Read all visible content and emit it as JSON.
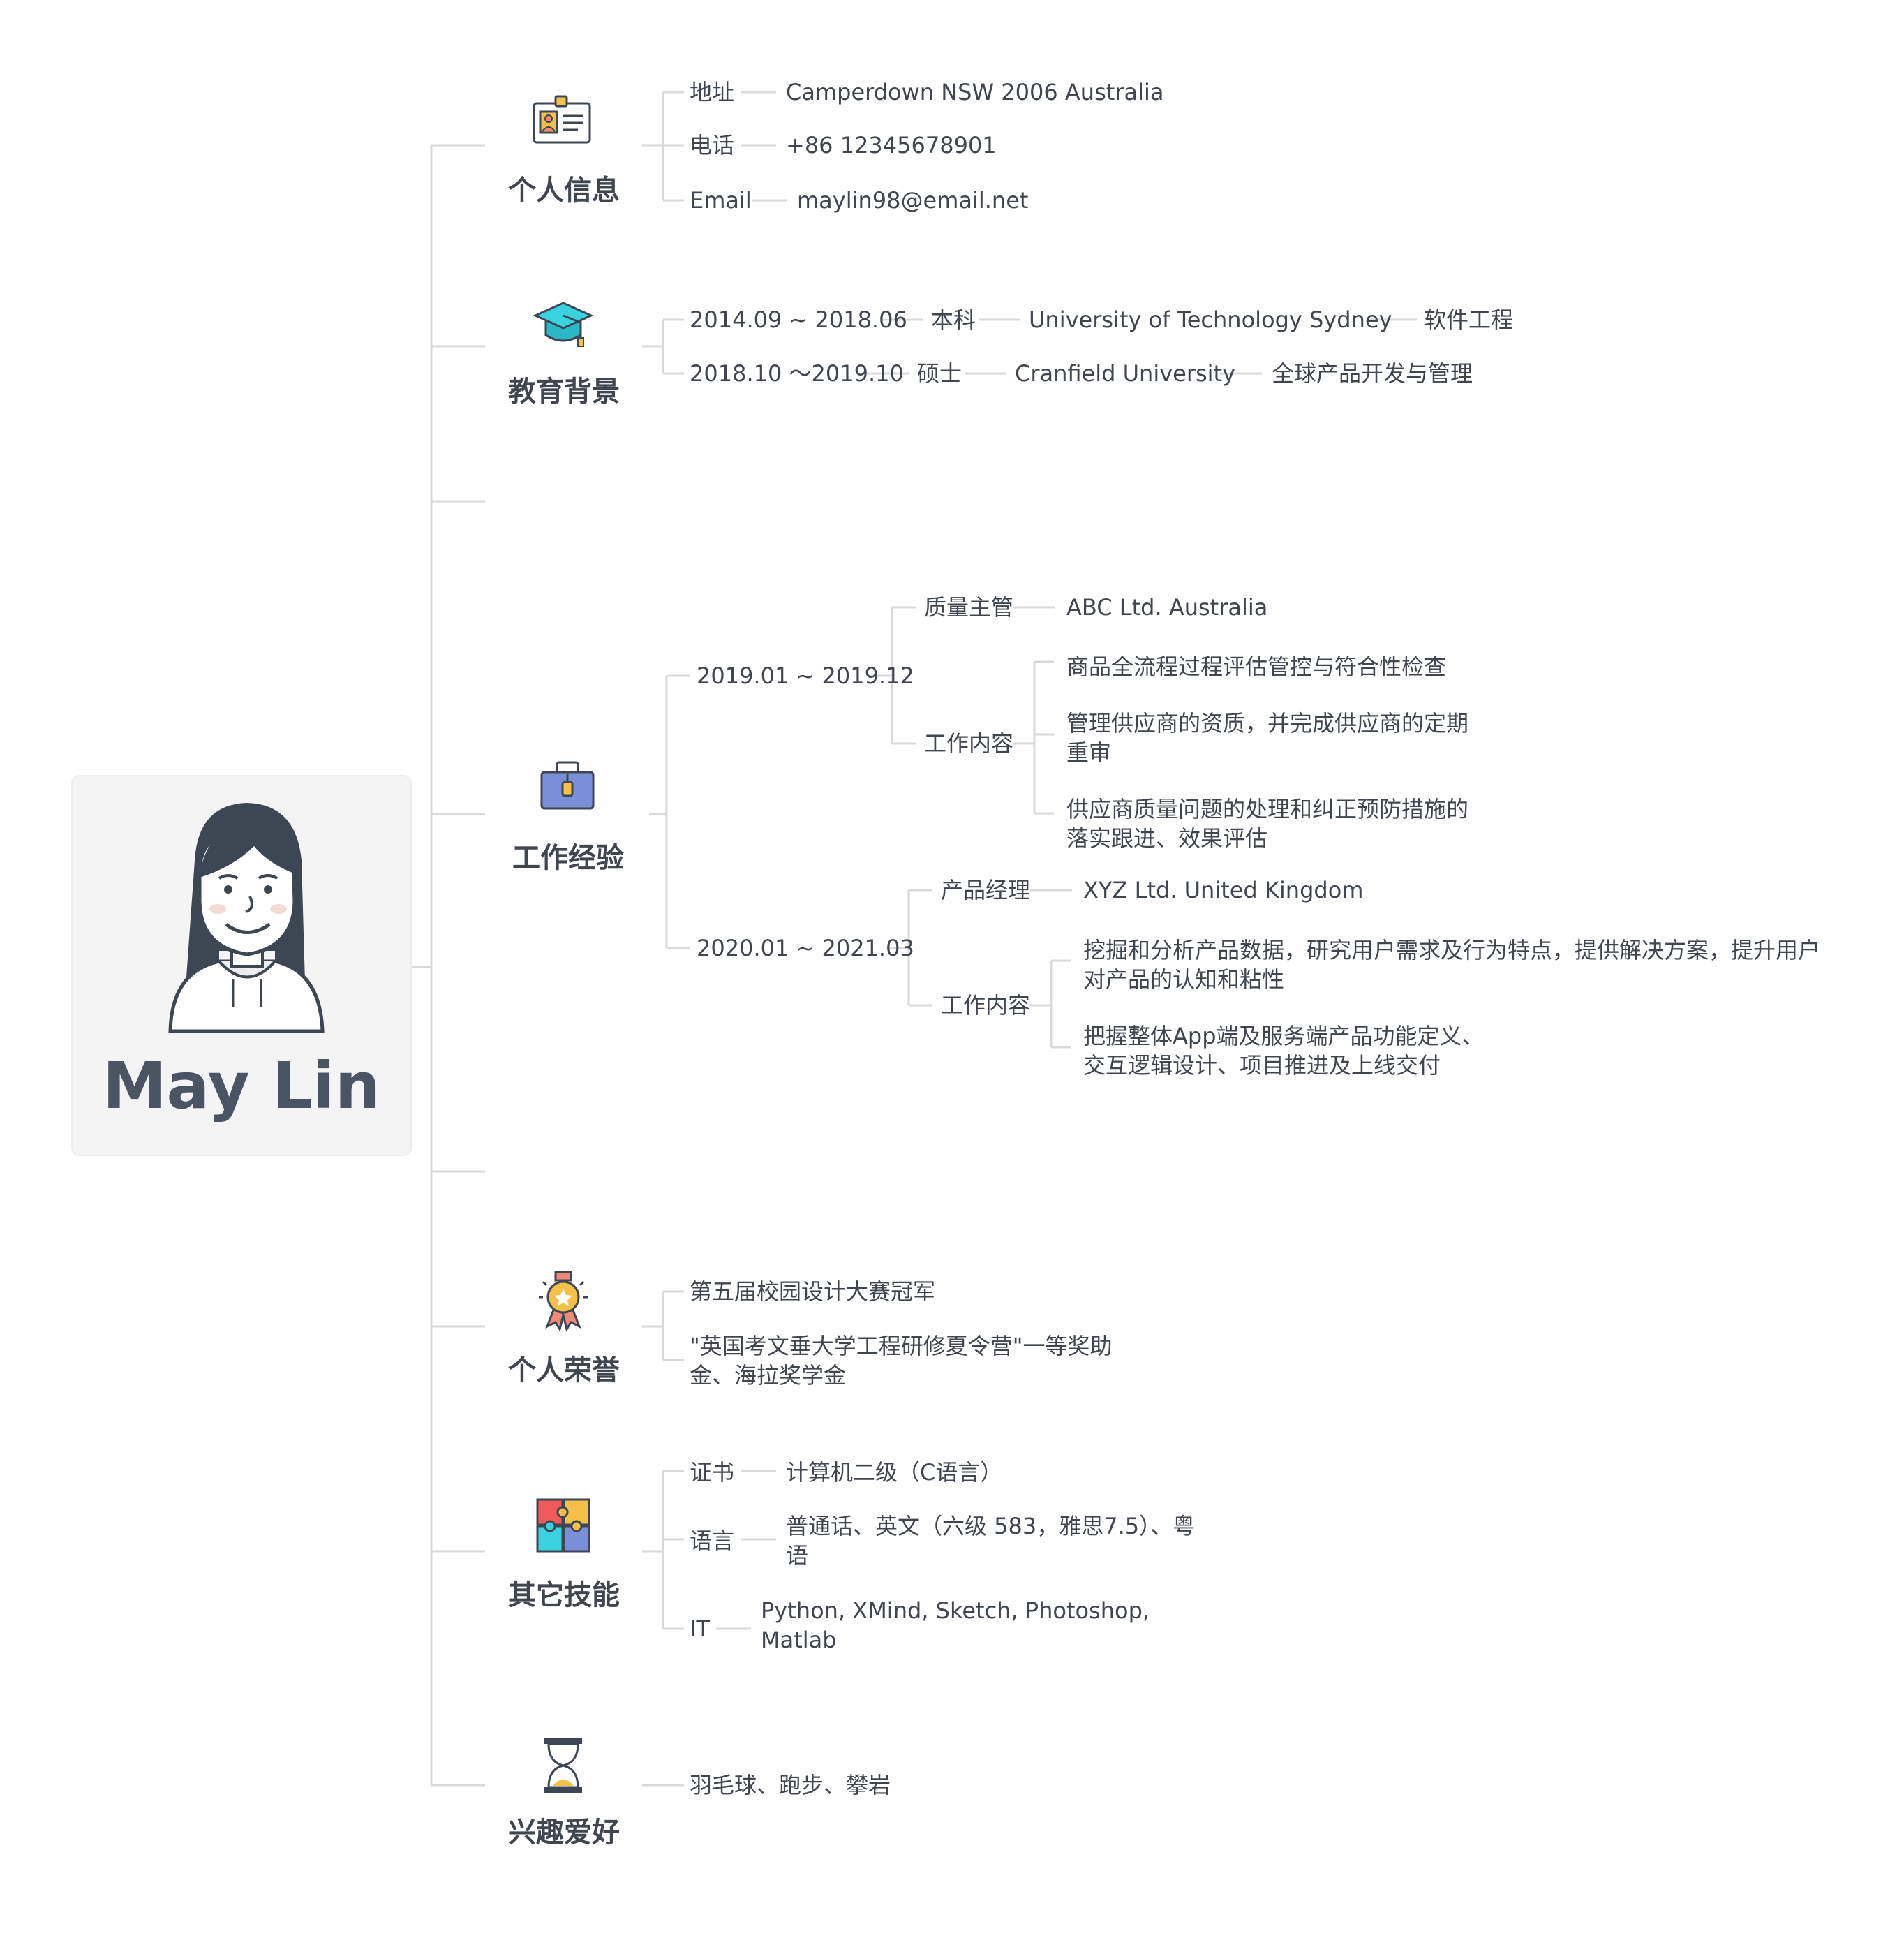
{
  "profile": {
    "name": "May Lin",
    "avatar_icon": "person-avatar-icon"
  },
  "sections": {
    "personal": {
      "title": "个人信息",
      "icon": "id-card-icon",
      "address_label": "地址",
      "address": "Camperdown NSW 2006 Australia",
      "phone_label": "电话",
      "phone": "+86 12345678901",
      "email_label": "Email",
      "email": "maylin98@email.net"
    },
    "education": {
      "title": "教育背景",
      "icon": "graduation-cap-icon",
      "items": [
        {
          "period": "2014.09 ~ 2018.06",
          "degree": "本科",
          "school": "University of Technology Sydney",
          "major": "软件工程"
        },
        {
          "period": "2018.10 ～2019.10",
          "degree": "硕士",
          "school": "Cranfield University",
          "major": "全球产品开发与管理"
        }
      ]
    },
    "work": {
      "title": "工作经验",
      "icon": "briefcase-icon",
      "jobs": [
        {
          "period": "2019.01 ~ 2019.12",
          "role": "质量主管",
          "company": "ABC Ltd. Australia",
          "content_label": "工作内容",
          "duties": [
            "商品全流程过程评估管控与符合性检查",
            "管理供应商的资质，并完成供应商的定期重审",
            "供应商质量问题的处理和纠正预防措施的落实跟进、效果评估"
          ]
        },
        {
          "period": "2020.01 ~ 2021.03",
          "role": "产品经理",
          "company": "XYZ Ltd. United Kingdom",
          "content_label": "工作内容",
          "duties": [
            "挖掘和分析产品数据，研究用户需求及行为特点，提供解决方案，提升用户对产品的认知和粘性",
            "把握整体App端及服务端产品功能定义、交互逻辑设计、项目推进及上线交付"
          ]
        }
      ]
    },
    "honors": {
      "title": "个人荣誉",
      "icon": "medal-icon",
      "items": [
        "第五届校园设计大赛冠军",
        "\"英国考文垂大学工程研修夏令营\"一等奖助金、海拉奖学金"
      ]
    },
    "skills": {
      "title": "其它技能",
      "icon": "puzzle-icon",
      "cert_label": "证书",
      "cert": "计算机二级（C语言）",
      "lang_label": "语言",
      "lang": "普通话、英文（六级 583，雅思7.5）、粤语",
      "it_label": "IT",
      "it": "Python, XMind, Sketch, Photoshop, Matlab"
    },
    "hobbies": {
      "title": "兴趣爱好",
      "icon": "hourglass-icon",
      "items": "羽毛球、跑步、攀岩"
    }
  },
  "colors": {
    "line": "#d9d9d9",
    "text": "#3f4650",
    "card_bg": "#f4f4f4",
    "name": "#4b5463"
  }
}
